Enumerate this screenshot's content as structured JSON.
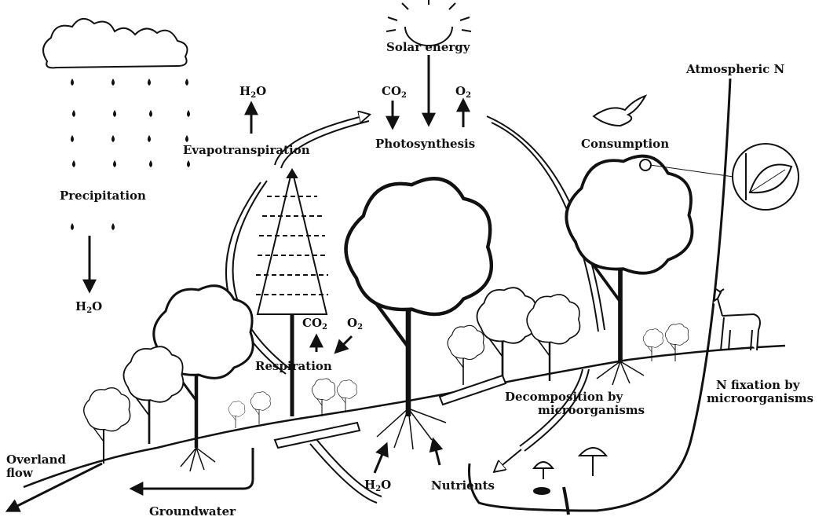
{
  "diagram": {
    "labels": {
      "solar_energy": "Solar energy",
      "atmospheric_n": "Atmospheric N",
      "photosynthesis": "Photosynthesis",
      "evapotranspiration": "Evapotranspiration",
      "consumption": "Consumption",
      "precipitation": "Precipitation",
      "respiration": "Respiration",
      "decomposition": "Decomposition by",
      "decomposition_2": "microorganisms",
      "n_fixation": "N fixation by",
      "n_fixation_2": "microorganisms",
      "overland_flow": "Overland",
      "overland_flow_2": "flow",
      "groundwater": "Groundwater",
      "nutrients": "Nutrients"
    },
    "chem": {
      "co2_top": {
        "base": "CO",
        "sub": "2"
      },
      "o2_top": {
        "base": "O",
        "sub": "2"
      },
      "h2o_evap": {
        "base": "H",
        "sub": "2",
        "tail": "O"
      },
      "h2o_rain": {
        "base": "H",
        "sub": "2",
        "tail": "O"
      },
      "co2_resp": {
        "base": "CO",
        "sub": "2"
      },
      "o2_resp": {
        "base": "O",
        "sub": "2"
      },
      "h2o_soil": {
        "base": "H",
        "sub": "2",
        "tail": "O"
      }
    }
  }
}
